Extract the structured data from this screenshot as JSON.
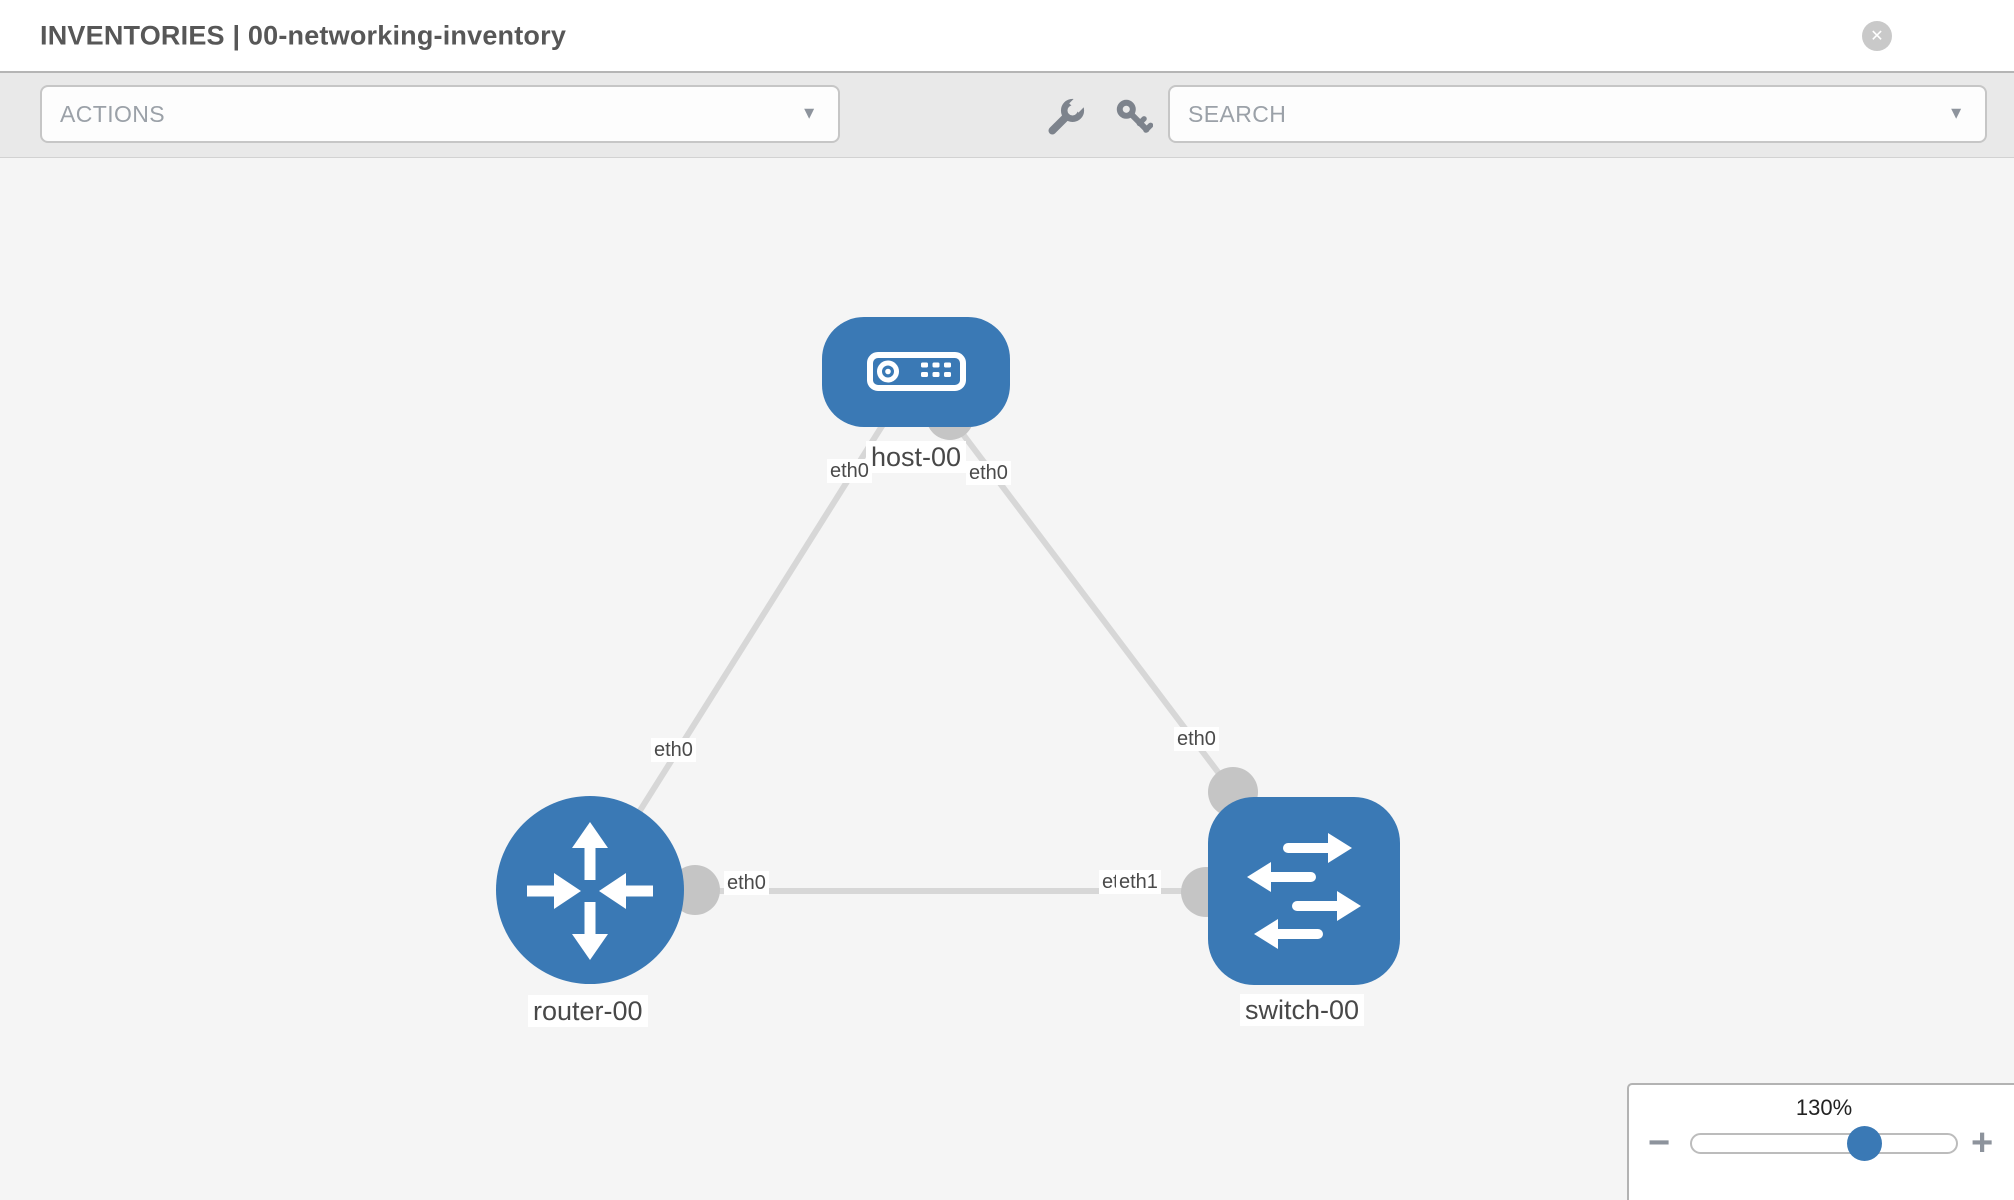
{
  "header": {
    "title": "INVENTORIES | 00-networking-inventory",
    "close_glyph": "✕"
  },
  "toolbar": {
    "actions_label": "ACTIONS",
    "search_label": "SEARCH",
    "caret_glyph": "▼",
    "icons": [
      "wrench-icon",
      "key-icon"
    ]
  },
  "topology": {
    "nodes": [
      {
        "id": "host-00",
        "type": "host",
        "label": "host-00"
      },
      {
        "id": "router-00",
        "type": "router",
        "label": "router-00"
      },
      {
        "id": "switch-00",
        "type": "switch",
        "label": "switch-00"
      }
    ],
    "links": [
      {
        "source": "host-00",
        "target": "router-00",
        "source_interface": "eth0",
        "target_interface": "eth0"
      },
      {
        "source": "host-00",
        "target": "switch-00",
        "source_interface": "eth0",
        "target_interface": "eth0"
      },
      {
        "source": "router-00",
        "target": "switch-00",
        "source_interface": "eth0",
        "target_interface": "eth1"
      }
    ],
    "labels": {
      "host_if_left": "eth0",
      "host_if_right": "eth0",
      "host_router_if": "eth0",
      "host_switch_if": "eth0",
      "router_if": "eth0",
      "switch_if_under": "eth0",
      "switch_if_top": "eth1"
    },
    "colors": {
      "node_fill": "#3a79b5",
      "link": "#d7d7d7",
      "interface_dot": "#c5c5c5",
      "label_text": "#4a4a4a"
    }
  },
  "zoom_control": {
    "level": "130%",
    "minus_glyph": "−",
    "plus_glyph": "+"
  }
}
